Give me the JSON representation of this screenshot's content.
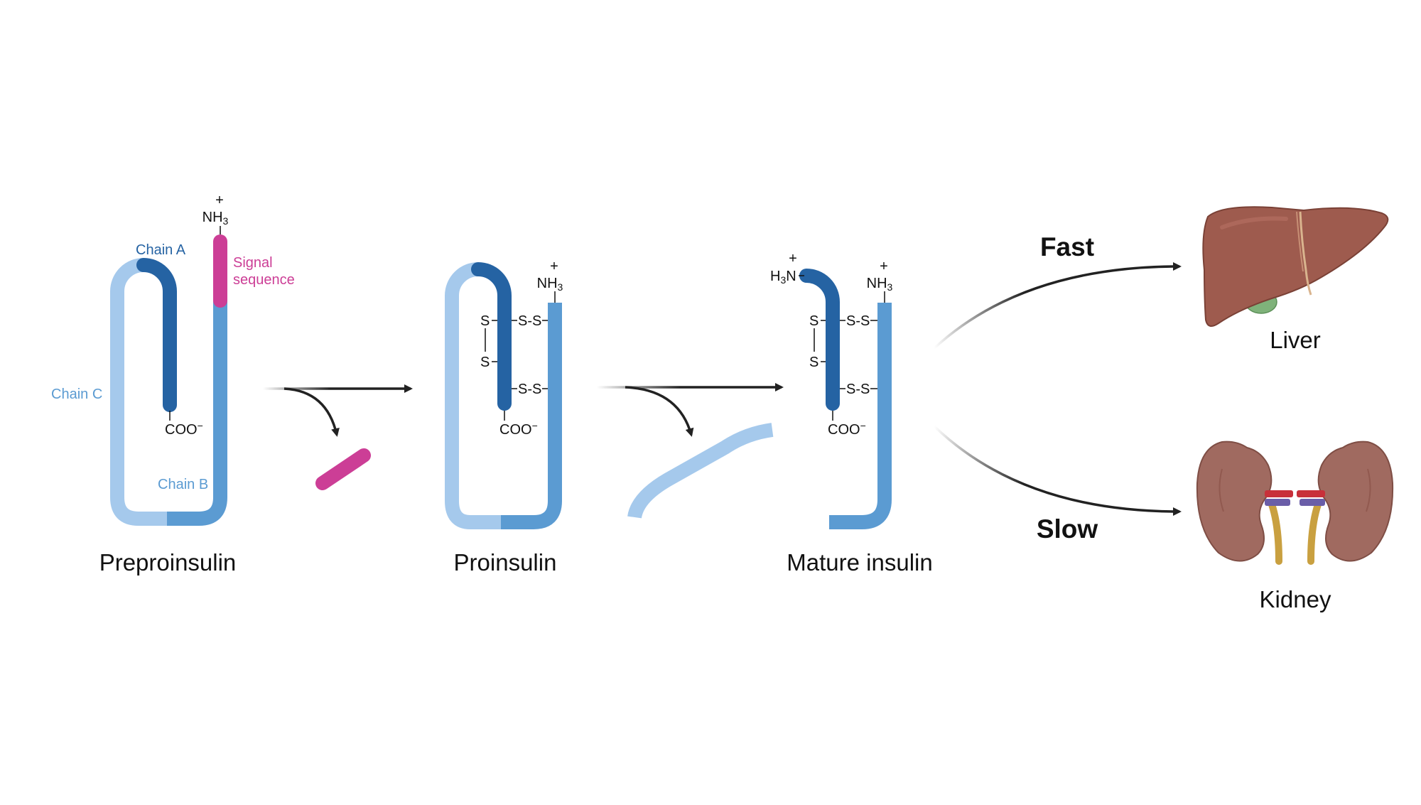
{
  "colors": {
    "chain_a": "#2563a3",
    "chain_b": "#5b9bd2",
    "chain_c": "#a5c9ec",
    "signal": "#cc3e96",
    "arrow": "#222222",
    "liver": "#9e5b4e",
    "kidney": "#a06a60"
  },
  "labels": {
    "chain_a": "Chain A",
    "chain_b": "Chain B",
    "chain_c": "Chain C",
    "signal_line1": "Signal",
    "signal_line2": "sequence",
    "preproinsulin": "Preproinsulin",
    "proinsulin": "Proinsulin",
    "mature": "Mature insulin",
    "fast": "Fast",
    "slow": "Slow",
    "liver": "Liver",
    "kidney": "Kidney"
  },
  "chem": {
    "plus": "+",
    "nh3_main": "NH",
    "nh3_sub": "3",
    "h3n_h": "H",
    "h3n_sub": "3",
    "h3n_n": "N",
    "coo": "COO",
    "coo_charge": "−",
    "s": "S",
    "ss": "S-S"
  },
  "icons": {
    "liver": "liver-icon",
    "kidney": "kidney-icon"
  }
}
